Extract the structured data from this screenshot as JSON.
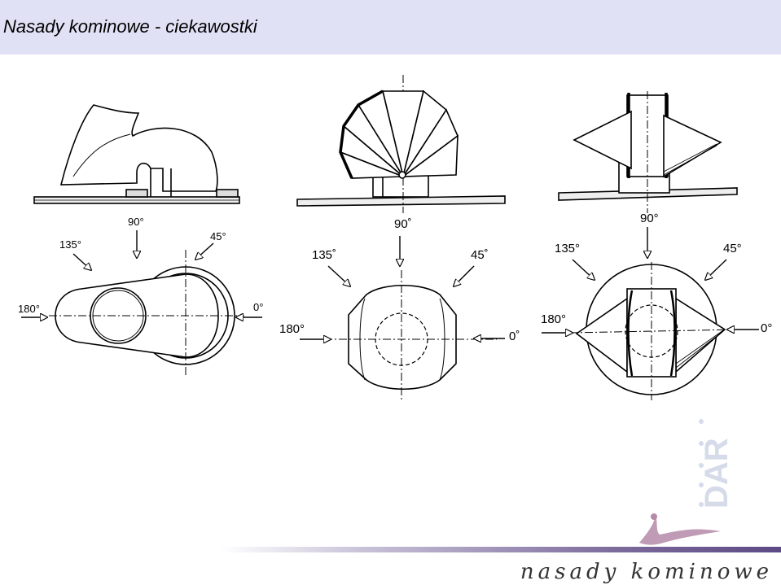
{
  "header": {
    "title": "Nasady kominowe - ciekawostki"
  },
  "diagrams": [
    {
      "angles": {
        "a90": "90°",
        "a135": "135°",
        "a45": "45°",
        "a180": "180°",
        "a0": "0°"
      }
    },
    {
      "angles": {
        "a90": "90˚",
        "a135": "135˚",
        "a45": "45˚",
        "a180": "180°",
        "a0": "0˚"
      }
    },
    {
      "angles": {
        "a90": "90°",
        "a135": "135°",
        "a45": "45°",
        "a180": "180°",
        "a0": "0°"
      }
    }
  ],
  "logo": {
    "text": "DAR"
  },
  "footer": {
    "brand": "nasady kominowe"
  },
  "colors": {
    "header_bg": "#e1e1f6",
    "logo_text": "#d6dbea",
    "logo_figure": "#b58aa8",
    "line": "#000000"
  }
}
